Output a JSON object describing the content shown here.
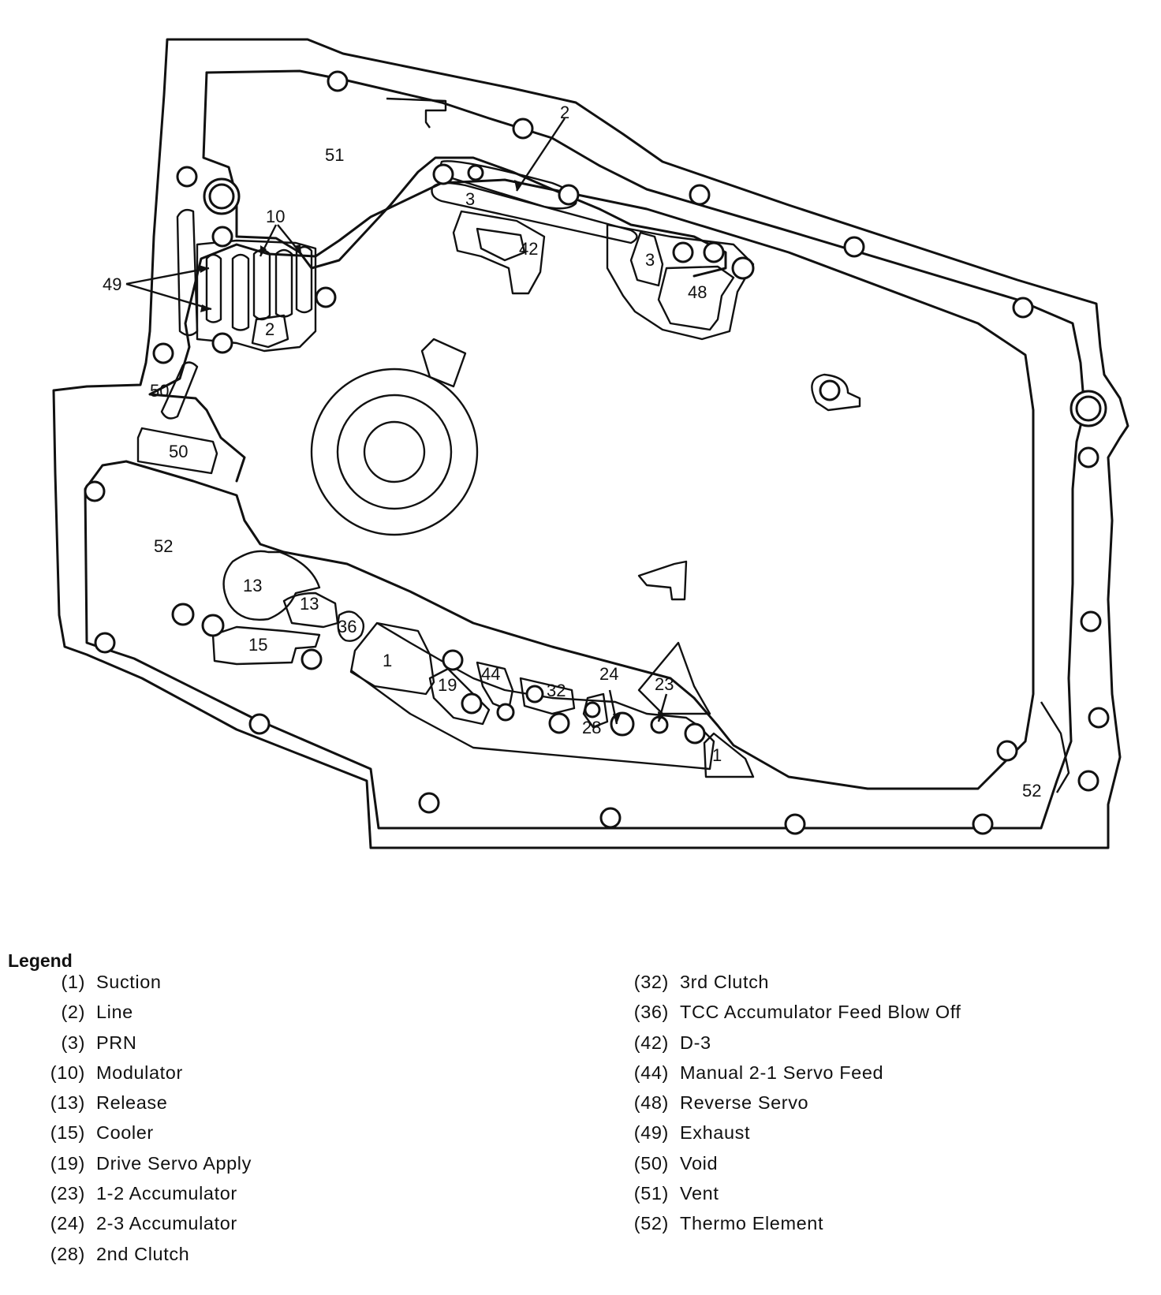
{
  "diagram": {
    "callouts": {
      "c51": "51",
      "c2_top": "2",
      "c3_a": "3",
      "c42": "42",
      "c3_b": "3",
      "c48": "48",
      "c10": "10",
      "c49": "49",
      "c2_left": "2",
      "c50_a": "50",
      "c50_b": "50",
      "c52_left": "52",
      "c13_a": "13",
      "c13_b": "13",
      "c36": "36",
      "c15": "15",
      "c1_a": "1",
      "c19": "19",
      "c44": "44",
      "c32": "32",
      "c24": "24",
      "c28": "28",
      "c23": "23",
      "c1_b": "1",
      "c52_right": "52"
    }
  },
  "legend": {
    "title": "Legend",
    "left": [
      {
        "num": "(1)",
        "label": "Suction"
      },
      {
        "num": "(2)",
        "label": "Line"
      },
      {
        "num": "(3)",
        "label": "PRN"
      },
      {
        "num": "(10)",
        "label": "Modulator"
      },
      {
        "num": "(13)",
        "label": "Release"
      },
      {
        "num": "(15)",
        "label": "Cooler"
      },
      {
        "num": "(19)",
        "label": "Drive Servo Apply"
      },
      {
        "num": "(23)",
        "label": "1-2 Accumulator"
      },
      {
        "num": "(24)",
        "label": "2-3 Accumulator"
      },
      {
        "num": "(28)",
        "label": "2nd Clutch"
      }
    ],
    "right": [
      {
        "num": "(32)",
        "label": "3rd Clutch"
      },
      {
        "num": "(36)",
        "label": "TCC Accumulator Feed Blow Off"
      },
      {
        "num": "(42)",
        "label": "D-3"
      },
      {
        "num": "(44)",
        "label": "Manual 2-1 Servo Feed"
      },
      {
        "num": "(48)",
        "label": "Reverse Servo"
      },
      {
        "num": "(49)",
        "label": "Exhaust"
      },
      {
        "num": "(50)",
        "label": "Void"
      },
      {
        "num": "(51)",
        "label": "Vent"
      },
      {
        "num": "(52)",
        "label": "Thermo Element"
      }
    ]
  }
}
